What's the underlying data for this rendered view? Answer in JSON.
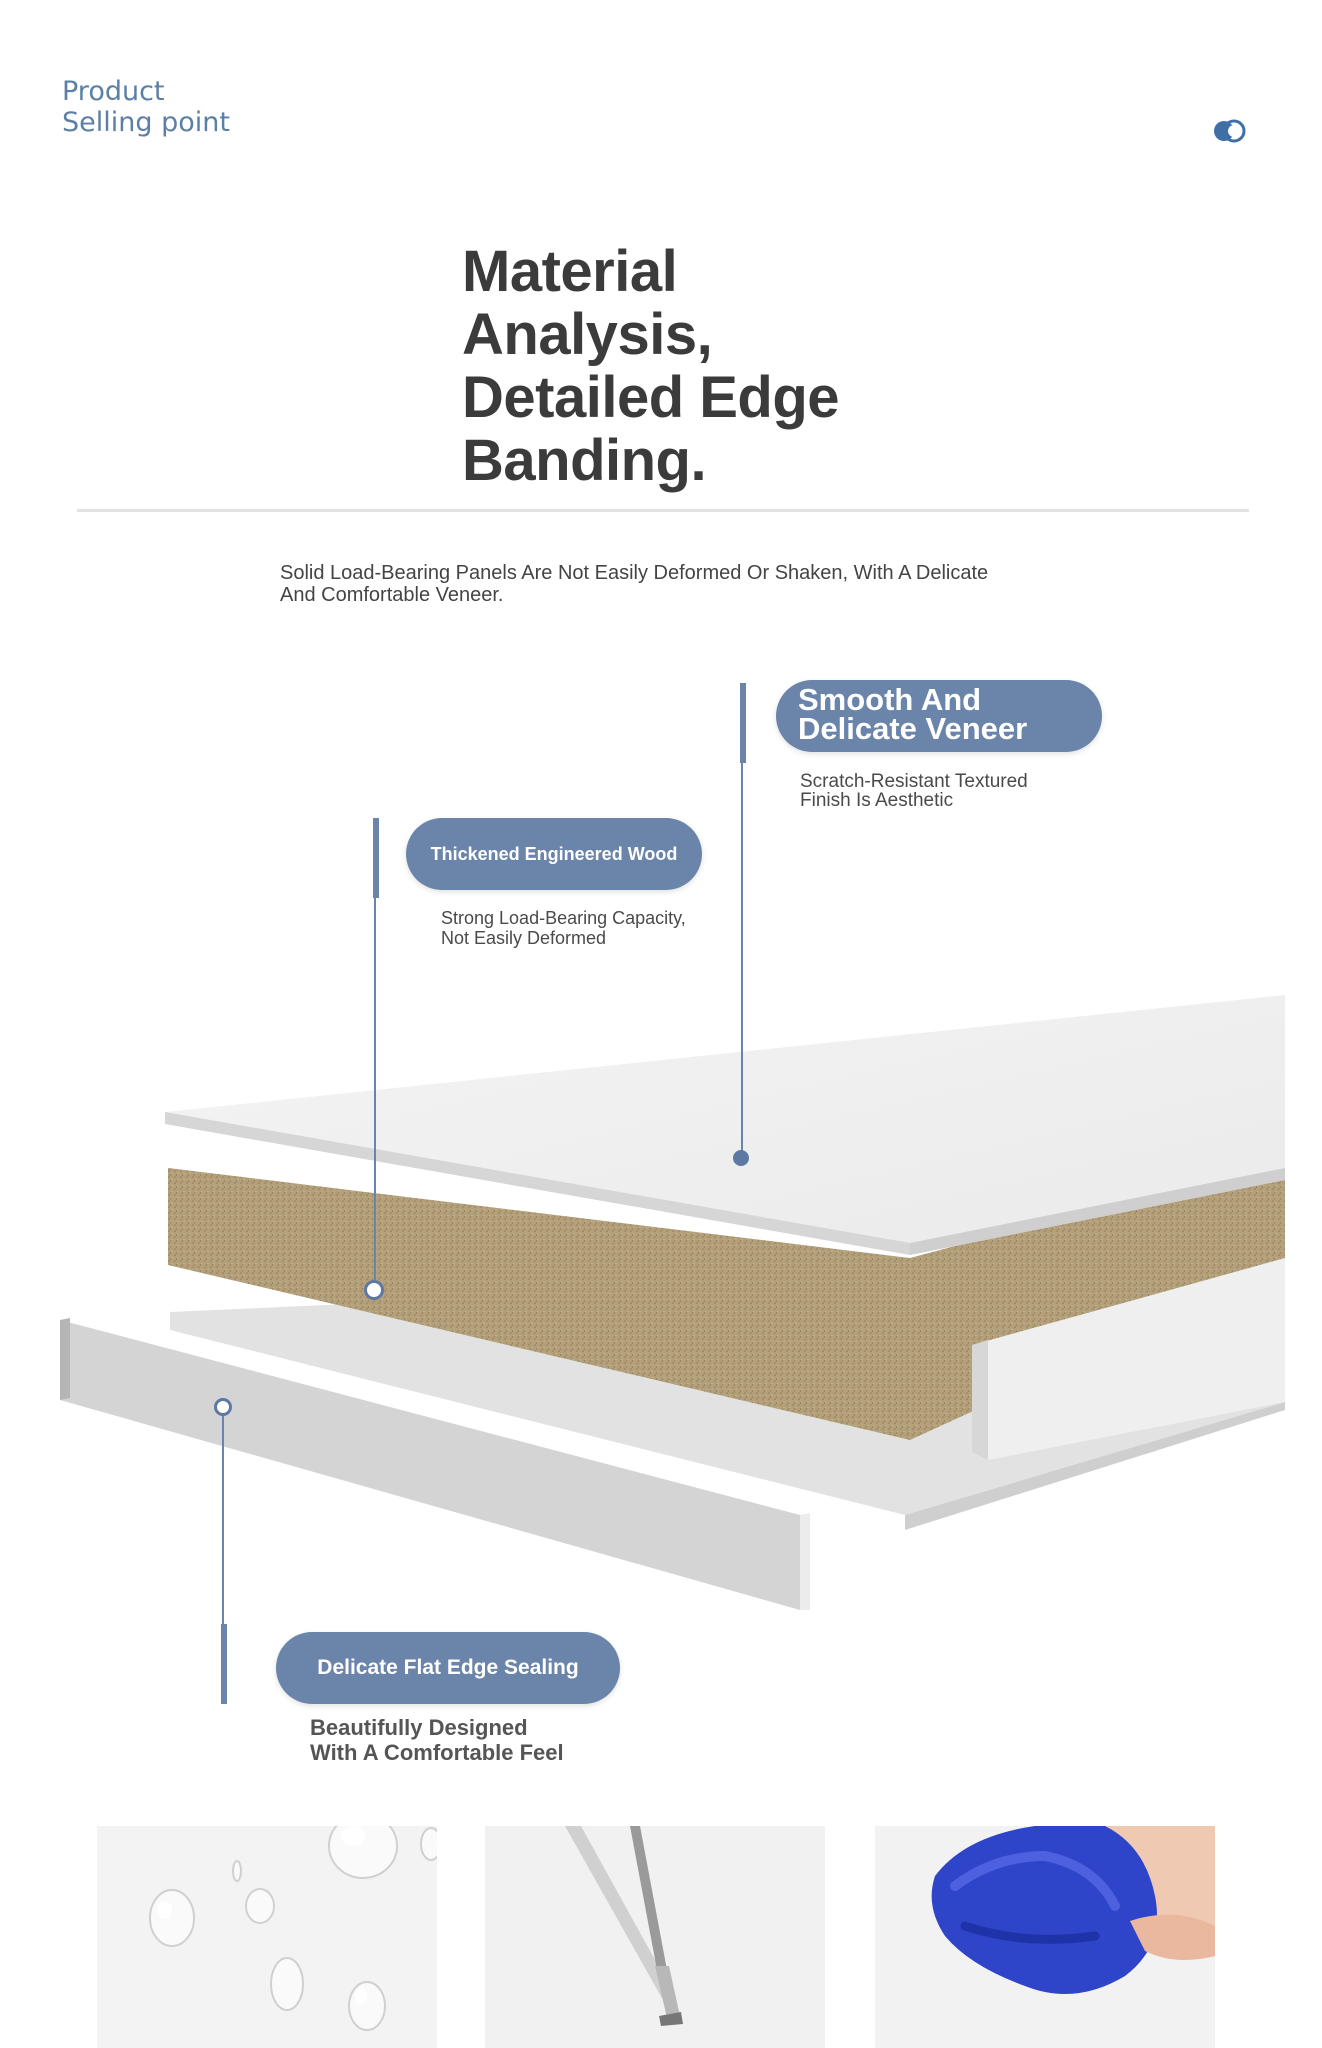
{
  "header": {
    "label_line1": "Product",
    "label_line2": "Selling point"
  },
  "title": {
    "line1": "Material",
    "line2": "Analysis,",
    "line3": "Detailed Edge",
    "line4": "Banding."
  },
  "description": {
    "line1": "Solid Load-Bearing Panels Are Not Easily Deformed Or Shaken, With A Delicate",
    "line2": "And Comfortable Veneer."
  },
  "callouts": {
    "veneer": {
      "title_line1": "Smooth And",
      "title_line2": "Delicate Veneer",
      "sub_line1": "Scratch-Resistant Textured",
      "sub_line2": "Finish Is Aesthetic"
    },
    "wood": {
      "title": "Thickened Engineered Wood",
      "sub_line1": "Strong Load-Bearing Capacity,",
      "sub_line2": "Not Easily Deformed"
    },
    "edge": {
      "title": "Delicate Flat Edge Sealing",
      "sub_line1": "Beautifully Designed",
      "sub_line2": "With A Comfortable Feel"
    }
  },
  "icons": [
    "logo-icon",
    "water-drops-icon",
    "screwdriver-icon",
    "cleaning-towel-icon"
  ],
  "colors": {
    "accent": "#6a84aa",
    "title": "#3b3b3b",
    "board_core": "#b09d77",
    "towel": "#2e44c9"
  }
}
